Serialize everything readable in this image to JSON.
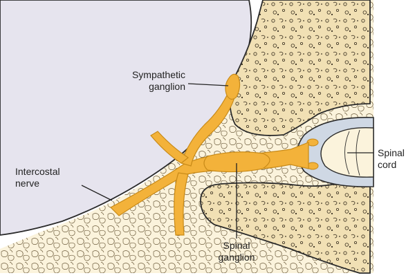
{
  "labels": {
    "sympathetic_ganglion": {
      "line1": "Sympathetic",
      "line2": "ganglion"
    },
    "intercostal_nerve": {
      "line1": "Intercostal",
      "line2": "nerve"
    },
    "spinal_cord": {
      "line1": "Spinal",
      "line2": "cord"
    },
    "spinal_ganglion": {
      "line1": "Spinal",
      "line2": "ganglion"
    }
  },
  "colors": {
    "nerve": "#f3b23a",
    "nerve_stroke": "#c88a18",
    "bone": "#f1e0b4",
    "bone_stroke": "#2a2a2a",
    "pleura": "#e6e4ee",
    "fat": "#fbf3dc",
    "cord": "#fbf3dc",
    "cord_ring": "#cfd8e4"
  }
}
